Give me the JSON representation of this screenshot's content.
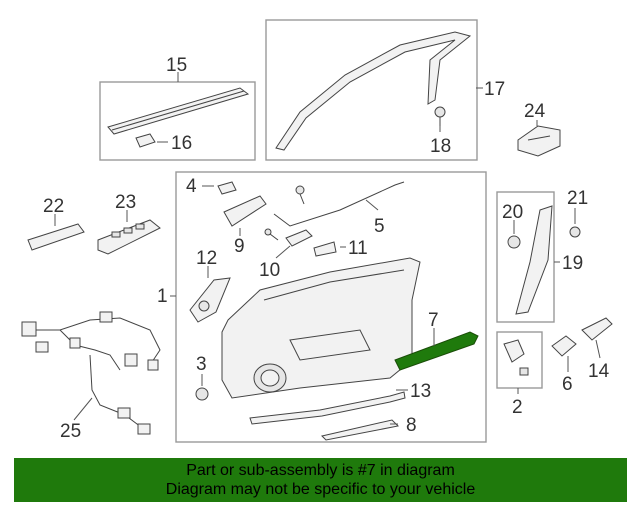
{
  "diagram": {
    "callouts": {
      "c1": "1",
      "c2": "2",
      "c3": "3",
      "c4": "4",
      "c5": "5",
      "c6": "6",
      "c7": "7",
      "c8": "8",
      "c9": "9",
      "c10": "10",
      "c11": "11",
      "c12": "12",
      "c13": "13",
      "c14": "14",
      "c15": "15",
      "c16": "16",
      "c17": "17",
      "c18": "18",
      "c19": "19",
      "c20": "20",
      "c21": "21",
      "c22": "22",
      "c23": "23",
      "c24": "24",
      "c25": "25"
    },
    "highlight_color": "#1f7a0c"
  },
  "banner": {
    "line1": "Part or sub-assembly is #7 in diagram",
    "line2": "Diagram may not be specific to your vehicle",
    "background": "#1f7a0c"
  }
}
